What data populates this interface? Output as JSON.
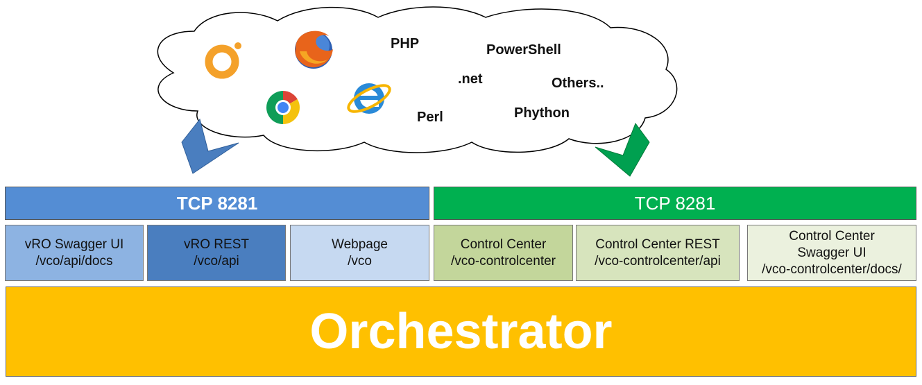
{
  "cloud": {
    "labels": {
      "php": "PHP",
      "powershell": "PowerShell",
      "dotnet": ".net",
      "others": "Others..",
      "perl": "Perl",
      "python": "Phython"
    },
    "icons": [
      "orchestrator-client-icon",
      "firefox-icon",
      "chrome-icon",
      "internet-explorer-icon"
    ]
  },
  "bars": {
    "left": {
      "label": "TCP 8281",
      "color": "#548dd4"
    },
    "right": {
      "label": "TCP 8281",
      "color": "#00b050"
    }
  },
  "endpoints": [
    {
      "line1": "vRO Swagger UI",
      "line2": "/vco/api/docs",
      "color": "#8db3e2"
    },
    {
      "line1": "vRO REST",
      "line2": "/vco/api",
      "color": "#4a7ebf"
    },
    {
      "line1": "Webpage",
      "line2": "/vco",
      "color": "#c6d9f1"
    },
    {
      "line1": "Control Center",
      "line2": "/vco-controlcenter",
      "color": "#c3d69b"
    },
    {
      "line1": "Control Center REST",
      "line2": "/vco-controlcenter/api",
      "color": "#d7e4bd"
    },
    {
      "line1": "Control Center",
      "line2": "Swagger UI",
      "line3": "/vco-controlcenter/docs/",
      "color": "#ebf1de"
    }
  ],
  "core": {
    "label": "Orchestrator",
    "color": "#ffc000"
  }
}
